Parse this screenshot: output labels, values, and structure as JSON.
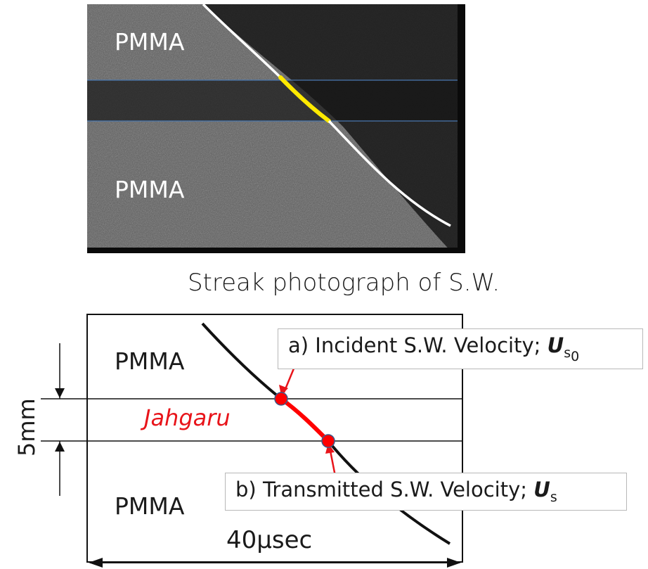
{
  "photo": {
    "top_material": "PMMA",
    "bottom_material": "PMMA",
    "caption": "Streak photograph of S.W."
  },
  "diagram": {
    "top_material": "PMMA",
    "bottom_material": "PMMA",
    "sample_material": "Jahgaru",
    "thickness_label": "5mm",
    "time_label": "40μsec",
    "callout_a": {
      "text": "a) Incident S.W. Velocity; ",
      "symbol": "U",
      "subscript": "s",
      "subsubscript": "0"
    },
    "callout_b": {
      "text": "b) Transmitted S.W. Velocity; ",
      "symbol": "U",
      "subscript": "s"
    }
  },
  "colors": {
    "highlight_photo": "#ffea00",
    "highlight_diagram": "#ff0000",
    "photo_bg": "#3a3a3a",
    "interface_lines_photo": "#4a78b0"
  }
}
